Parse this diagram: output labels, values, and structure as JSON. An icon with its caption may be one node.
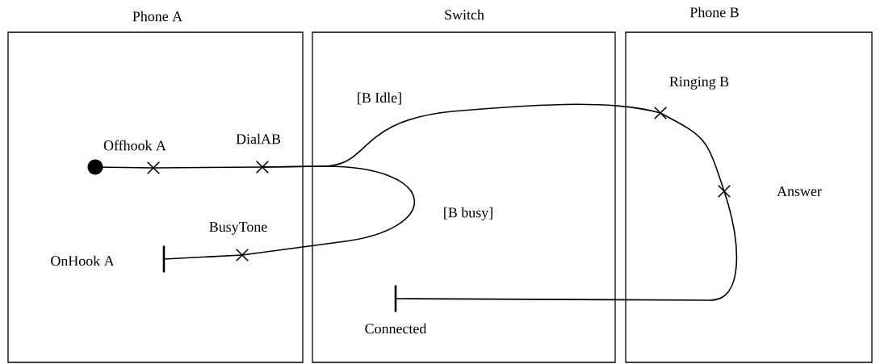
{
  "diagram": {
    "nodes": [
      {
        "text": [
          "Phone A"
        ]
      },
      {
        "text": [
          "Switch"
        ]
      },
      {
        "text": [
          "Phone B"
        ]
      },
      {
        "text": [
          "Offhook A"
        ],
        "in": 0
      },
      {
        "text": [],
        "shape": "cross",
        "in": 0
      },
      {
        "text": [
          "DialAB"
        ],
        "in": 0
      },
      {
        "text": [
          "Ringing B"
        ],
        "in": 2
      },
      {
        "text": [
          "Answer"
        ],
        "in": 2
      },
      {
        "text": [
          "Connected"
        ],
        "in": 1
      },
      {
        "text": [
          "BusyTone"
        ],
        "in": 0
      },
      {
        "text": [
          "OnHook A"
        ],
        "in": 0
      }
    ],
    "edges": [
      {
        "from": 3,
        "to": 4,
        "arrow": "none"
      },
      {
        "from": 4,
        "to": 5,
        "arrow": "none"
      },
      {
        "from": 5,
        "to": 6,
        "arrow": "none",
        "label": "[B Idle]"
      },
      {
        "from": 6,
        "to": 7,
        "arrow": "none"
      },
      {
        "from": 7,
        "to": 8,
        "arrow": "none"
      },
      {
        "from": 5,
        "to": 9,
        "arrow": "none",
        "label": "[B busy]"
      },
      {
        "from": 9,
        "to": 10,
        "arrow": "none"
      }
    ]
  }
}
